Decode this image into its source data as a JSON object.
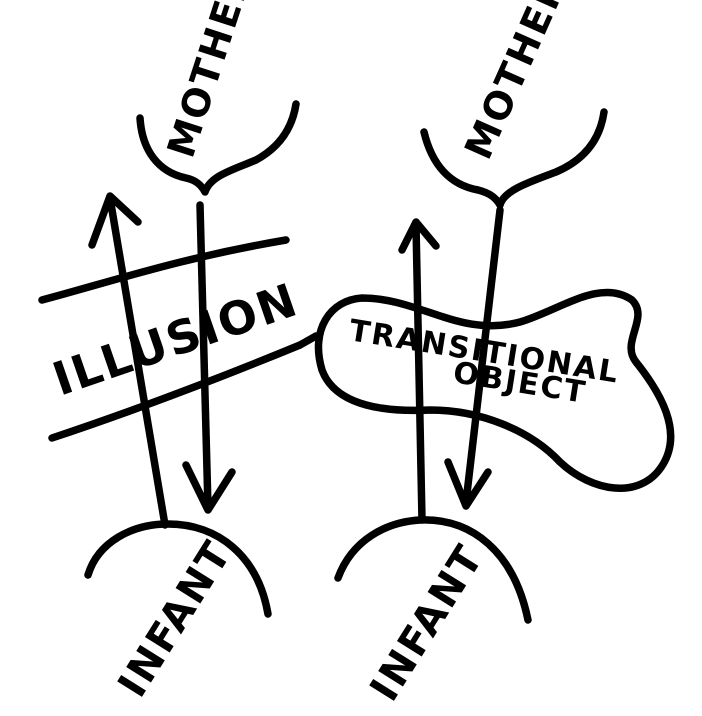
{
  "left_panel": {
    "top_label": "MOTHER",
    "middle_label": "ILLUSION",
    "bottom_label": "INFANT"
  },
  "right_panel": {
    "top_label": "MOTHER",
    "middle_label_line1": "TRANSITIONAL",
    "middle_label_line2": "OBJECT",
    "bottom_label": "INFANT"
  }
}
